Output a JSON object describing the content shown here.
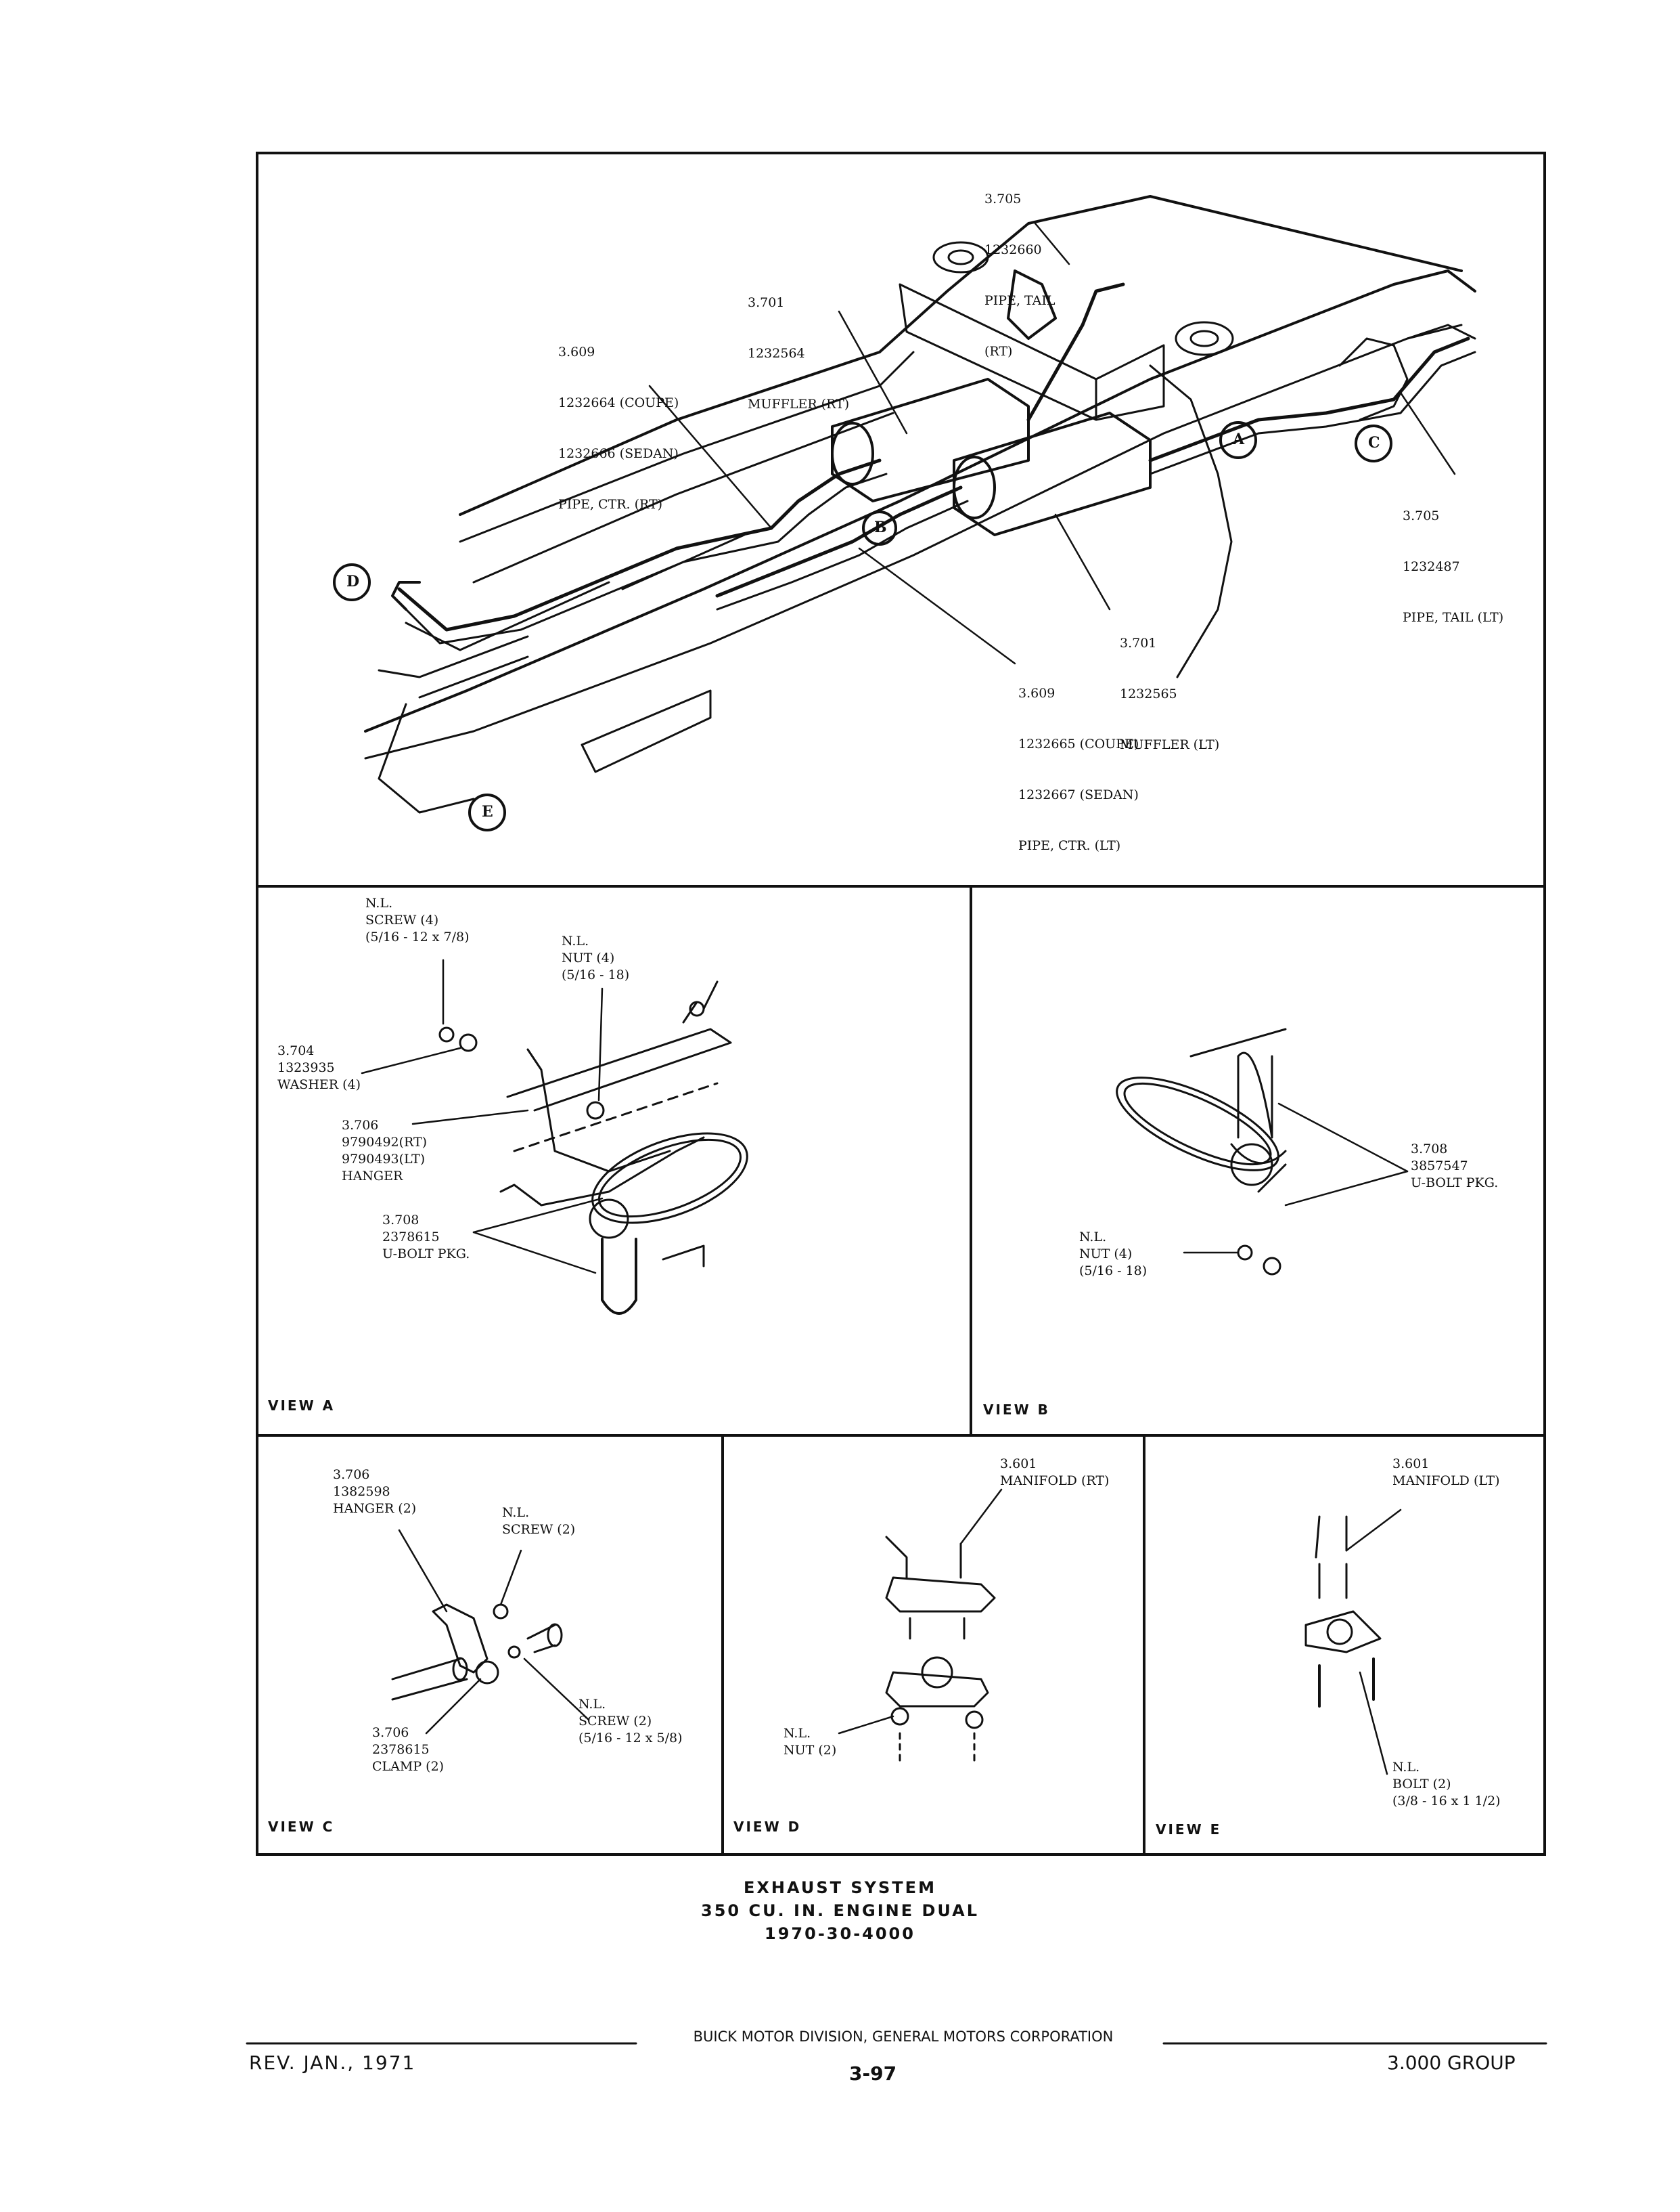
{
  "main_view": {
    "callouts": [
      {
        "line1": "3.705",
        "line2": "1232660",
        "line3": "PIPE, TAIL",
        "line4": "(RT)"
      },
      {
        "line1": "3.701",
        "line2": "1232564",
        "line3": "MUFFLER (RT)",
        "line4": ""
      },
      {
        "line1": "3.609",
        "line2": "1232664 (COUPE)",
        "line3": "1232666 (SEDAN)",
        "line4": "PIPE, CTR. (RT)"
      },
      {
        "line1": "3.705",
        "line2": "1232487",
        "line3": "PIPE, TAIL (LT)",
        "line4": ""
      },
      {
        "line1": "3.701",
        "line2": "1232565",
        "line3": "MUFFLER (LT)",
        "line4": ""
      },
      {
        "line1": "3.609",
        "line2": "1232665 (COUPE)",
        "line3": "1232667 (SEDAN)",
        "line4": "PIPE, CTR. (LT)"
      }
    ],
    "view_markers": [
      "A",
      "B",
      "C",
      "D",
      "E"
    ]
  },
  "view_a": {
    "title": "VIEW A",
    "labels": [
      "N.L.\nSCREW (4)\n(5/16 - 12 x 7/8)",
      "N.L.\nNUT (4)\n(5/16 - 18)",
      "3.704\n1323935\nWASHER (4)",
      "3.706\n9790492(RT)\n9790493(LT)\nHANGER",
      "3.708\n2378615\nU-BOLT PKG."
    ]
  },
  "view_b": {
    "title": "VIEW B",
    "labels": [
      "3.708\n3857547\nU-BOLT PKG.",
      "N.L.\nNUT (4)\n(5/16 - 18)"
    ]
  },
  "view_c": {
    "title": "VIEW C",
    "labels": [
      "3.706\n1382598\nHANGER (2)",
      "N.L.\nSCREW (2)",
      "3.706\n2378615\nCLAMP (2)",
      "N.L.\nSCREW (2)\n(5/16 - 12 x 5/8)"
    ]
  },
  "view_d": {
    "title": "VIEW D",
    "labels": [
      "3.601\nMANIFOLD (RT)",
      "N.L.\nNUT (2)"
    ]
  },
  "view_e": {
    "title": "VIEW E",
    "labels": [
      "3.601\nMANIFOLD (LT)",
      "N.L.\nBOLT (2)\n(3/8 - 16 x 1 1/2)"
    ]
  },
  "caption": {
    "line1": "EXHAUST SYSTEM",
    "line2": "350 CU. IN. ENGINE DUAL",
    "line3": "1970-30-4000"
  },
  "footer": {
    "revision": "REV. JAN., 1971",
    "division": "BUICK MOTOR DIVISION, GENERAL MOTORS CORPORATION",
    "page": "3-97",
    "group": "3.000 GROUP"
  }
}
